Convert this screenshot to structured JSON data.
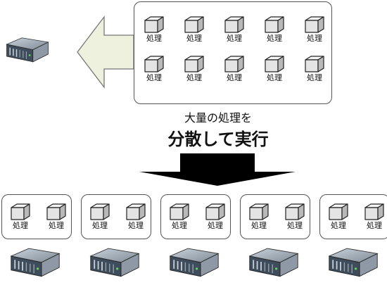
{
  "task_label": "処理",
  "caption_line1": "大量の処理を",
  "caption_line2": "分散して実行",
  "colors": {
    "panel_border": "#555555",
    "left_arrow_fill": "#eef1de",
    "left_arrow_stroke": "#777777",
    "down_arrow_fill": "#000000",
    "server_body": "#7f8a96",
    "server_front": "#3f4c5c"
  },
  "top_panel": {
    "task_rows": 2,
    "task_cols": 5,
    "task_count": 10
  },
  "bottom_groups": {
    "group_count": 5,
    "tasks_per_group": 2,
    "servers": 5
  },
  "icons": [
    "process-box-icon",
    "server-icon",
    "left-arrow-icon",
    "down-arrow-icon"
  ]
}
